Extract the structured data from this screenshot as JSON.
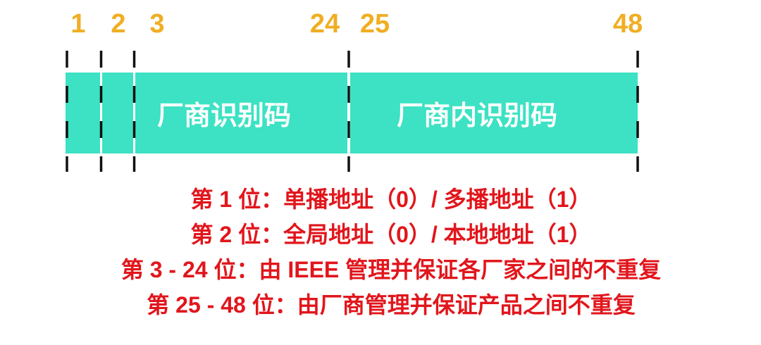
{
  "bit_labels": [
    "1",
    "2",
    "3",
    "24",
    "25",
    "48"
  ],
  "segments": [
    {
      "label": "厂商识别码"
    },
    {
      "label": "厂商内识别码"
    }
  ],
  "descriptions": [
    "第 1 位：单播地址（0）/ 多播地址（1）",
    "第 2 位：全局地址（0）/ 本地地址（1）",
    "第 3 - 24 位：由 IEEE 管理并保证各厂家之间的不重复",
    "第 25 - 48 位：由厂商管理并保证产品之间不重复"
  ],
  "colors": {
    "bar_fill": "#3ce2c3",
    "bit_label": "#f0ae23",
    "description": "#e1161c",
    "divider": "#111111",
    "segment_label": "#ffffff"
  }
}
